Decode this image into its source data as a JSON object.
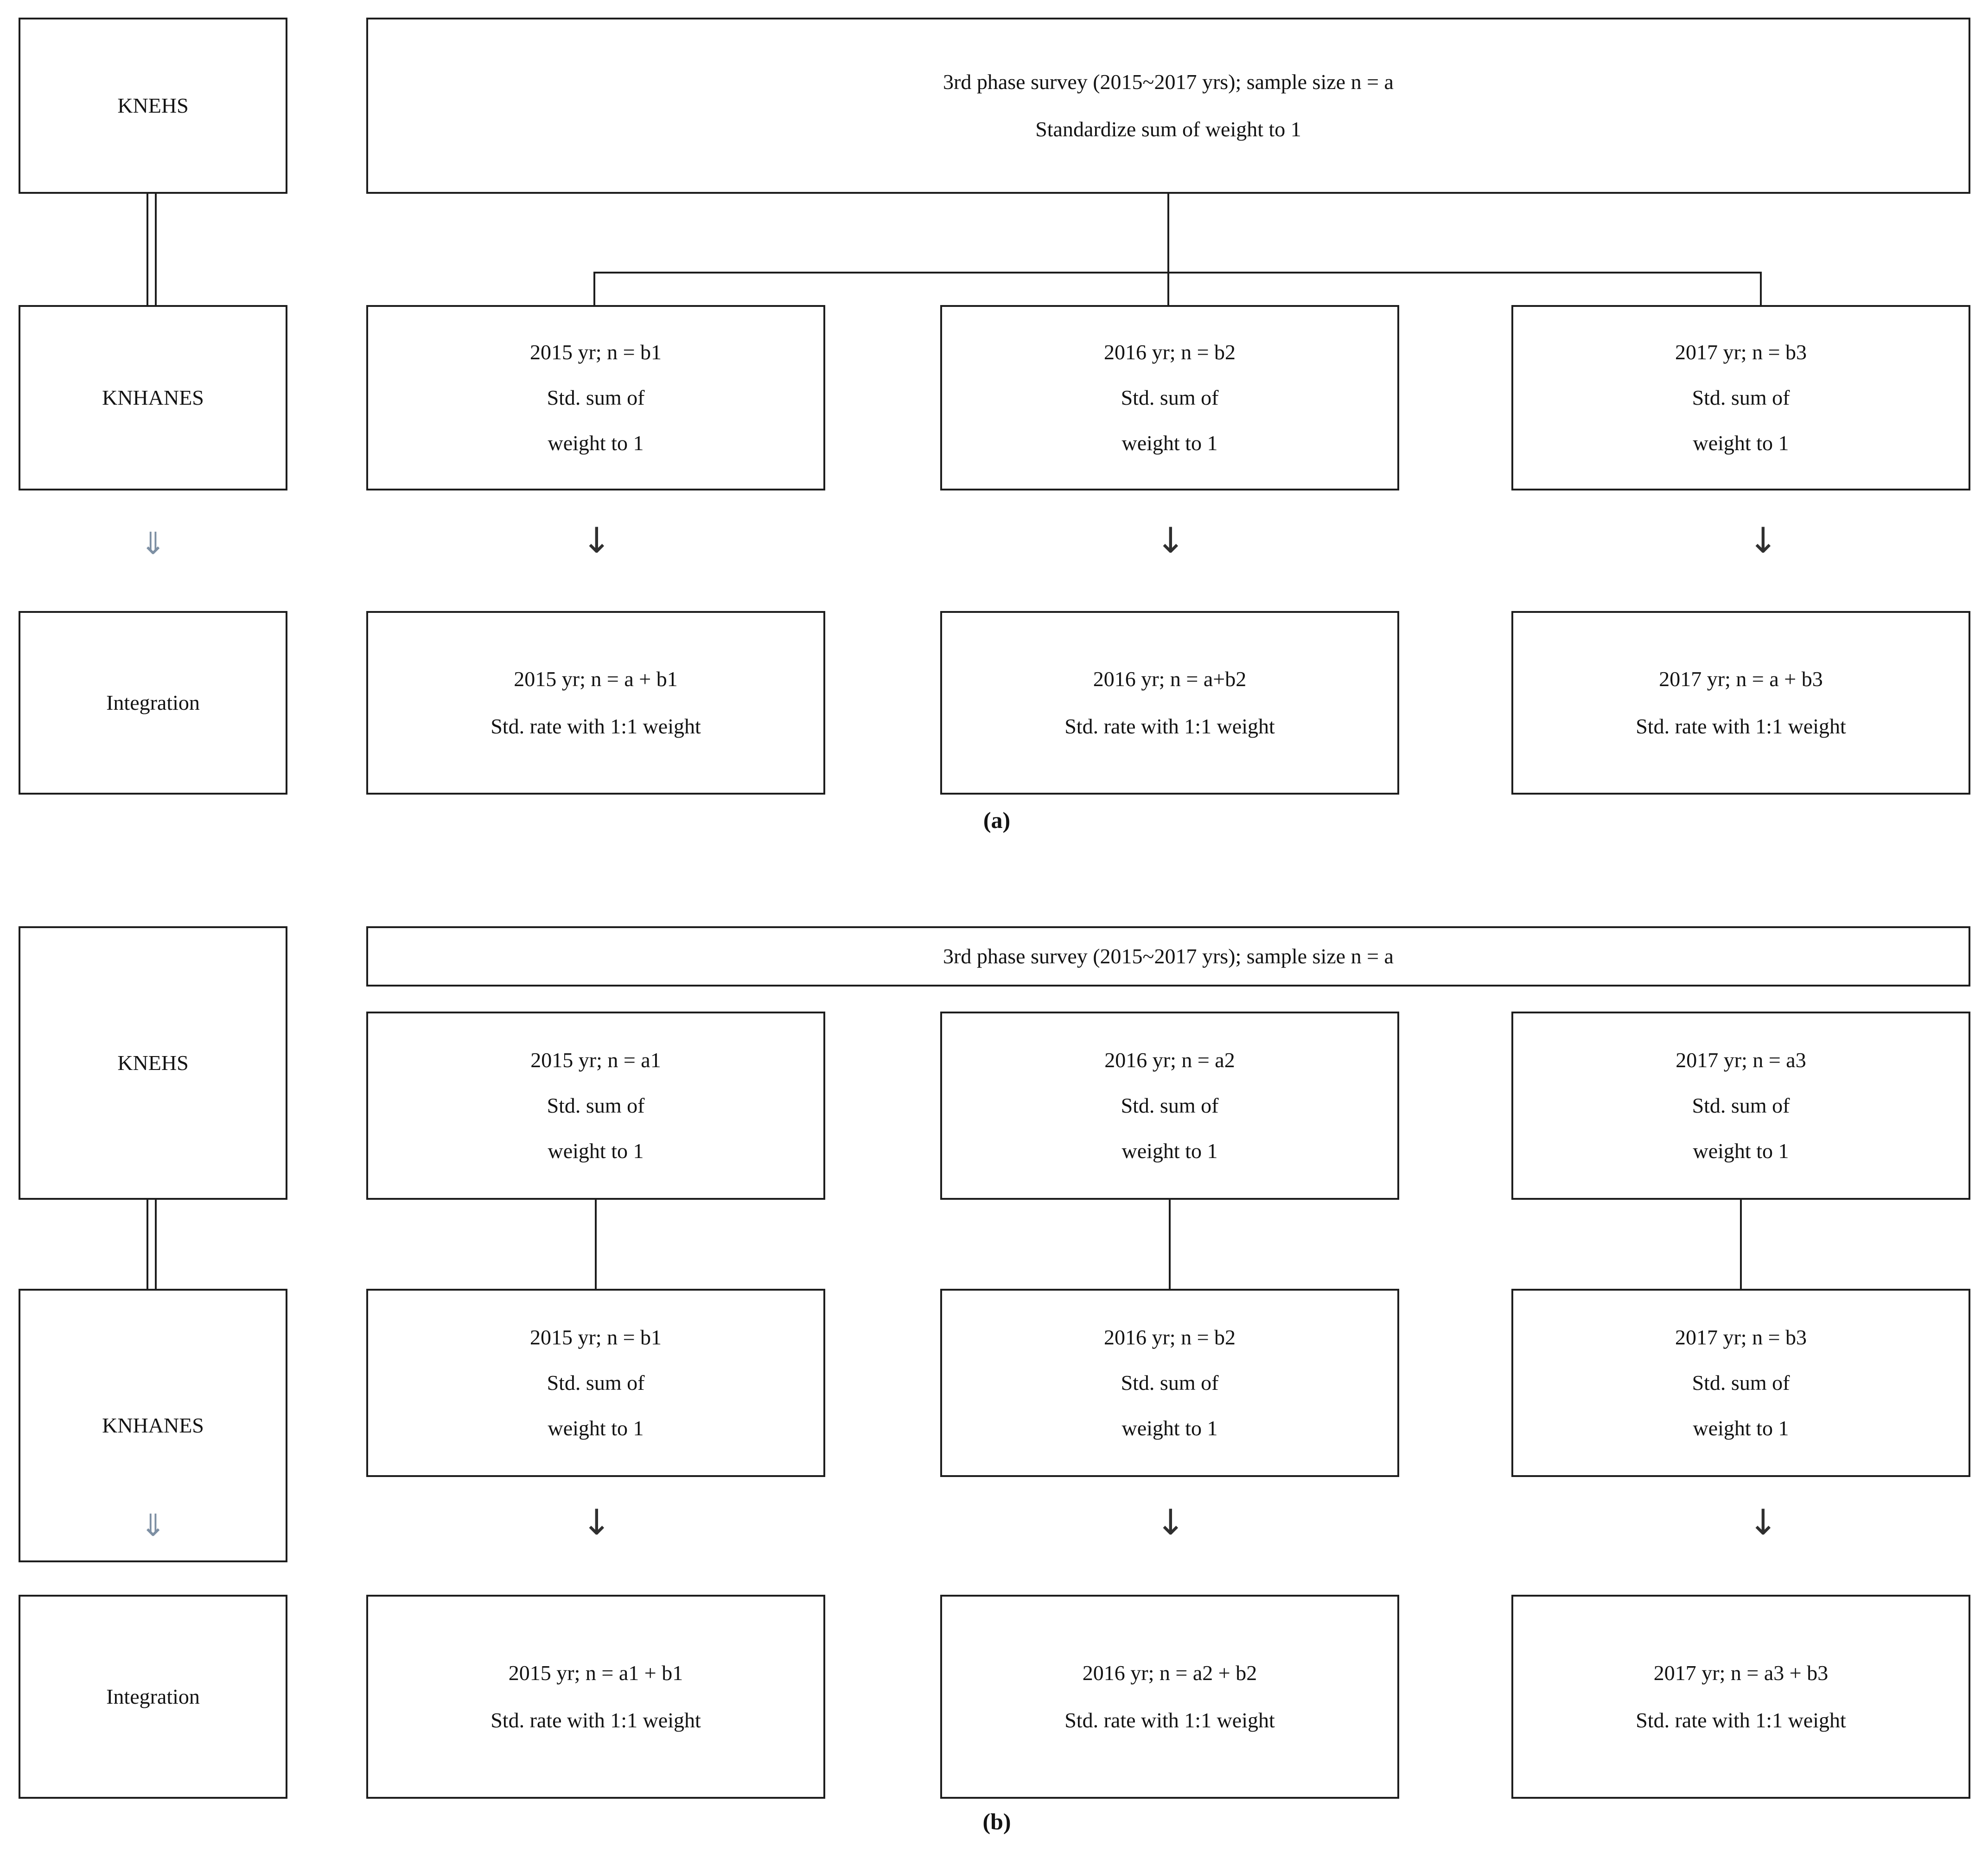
{
  "figure": {
    "colors": {
      "border": "#1d1d1d",
      "text": "#131313",
      "thin_arrow": "#2f2f2f",
      "block_arrow": "#7d8fa3",
      "background": "#ffffff"
    },
    "panels": [
      {
        "caption": "(a)",
        "row_labels": [
          {
            "name": "row-label-knehs",
            "text": "KNEHS"
          },
          {
            "name": "row-label-knhanes",
            "text": "KNHANES"
          },
          {
            "name": "row-label-integration",
            "text": "Integration"
          }
        ],
        "header_box": {
          "name": "knehs-summary-box",
          "lines": [
            "3rd phase survey (2015~2017 yrs); sample size n = a",
            "Standardize sum of weight to 1"
          ]
        },
        "knhanes_boxes": [
          {
            "name": "knhanes-2015-box",
            "lines": [
              "2015 yr; n = b1",
              "Std. sum of",
              "weight to 1"
            ]
          },
          {
            "name": "knhanes-2016-box",
            "lines": [
              "2016 yr; n = b2",
              "Std. sum of",
              "weight to 1"
            ]
          },
          {
            "name": "knhanes-2017-box",
            "lines": [
              "2017 yr; n = b3",
              "Std. sum of",
              "weight to 1"
            ]
          }
        ],
        "integration_boxes": [
          {
            "name": "integration-2015-box",
            "lines": [
              "2015 yr; n = a + b1",
              "Std. rate with 1:1 weight"
            ]
          },
          {
            "name": "integration-2016-box",
            "lines": [
              "2016 yr; n = a+b2",
              "Std. rate with 1:1 weight"
            ]
          },
          {
            "name": "integration-2017-box",
            "lines": [
              "2017 yr; n = a + b3",
              "Std. rate with 1:1 weight"
            ]
          }
        ],
        "arrows": {
          "label_column": "⇓",
          "data_columns": "↓"
        }
      },
      {
        "caption": "(b)",
        "row_labels": [
          {
            "name": "row-label-knehs",
            "text": "KNEHS"
          },
          {
            "name": "row-label-knhanes",
            "text": "KNHANES"
          },
          {
            "name": "row-label-integration",
            "text": "Integration"
          }
        ],
        "header_box": {
          "name": "knehs-summary-box",
          "lines": [
            "3rd phase survey (2015~2017 yrs); sample size n = a"
          ]
        },
        "knehs_boxes": [
          {
            "name": "knehs-2015-box",
            "lines": [
              "2015 yr; n = a1",
              "Std. sum of",
              "weight to 1"
            ]
          },
          {
            "name": "knehs-2016-box",
            "lines": [
              "2016 yr; n = a2",
              "Std. sum of",
              "weight to 1"
            ]
          },
          {
            "name": "knehs-2017-box",
            "lines": [
              "2017 yr; n = a3",
              "Std. sum of",
              "weight to 1"
            ]
          }
        ],
        "knhanes_boxes": [
          {
            "name": "knhanes-2015-box",
            "lines": [
              "2015 yr; n = b1",
              "Std. sum of",
              "weight to 1"
            ]
          },
          {
            "name": "knhanes-2016-box",
            "lines": [
              "2016 yr; n = b2",
              "Std. sum of",
              "weight to 1"
            ]
          },
          {
            "name": "knhanes-2017-box",
            "lines": [
              "2017 yr; n = b3",
              "Std. sum of",
              "weight to 1"
            ]
          }
        ],
        "integration_boxes": [
          {
            "name": "integration-2015-box",
            "lines": [
              "2015 yr; n = a1 + b1",
              "Std. rate with 1:1 weight"
            ]
          },
          {
            "name": "integration-2016-box",
            "lines": [
              "2016 yr; n = a2 + b2",
              "Std. rate with 1:1 weight"
            ]
          },
          {
            "name": "integration-2017-box",
            "lines": [
              "2017 yr; n = a3 + b3",
              "Std. rate with 1:1 weight"
            ]
          }
        ],
        "arrows": {
          "label_column": "⇓",
          "data_columns": "↓"
        }
      }
    ]
  }
}
